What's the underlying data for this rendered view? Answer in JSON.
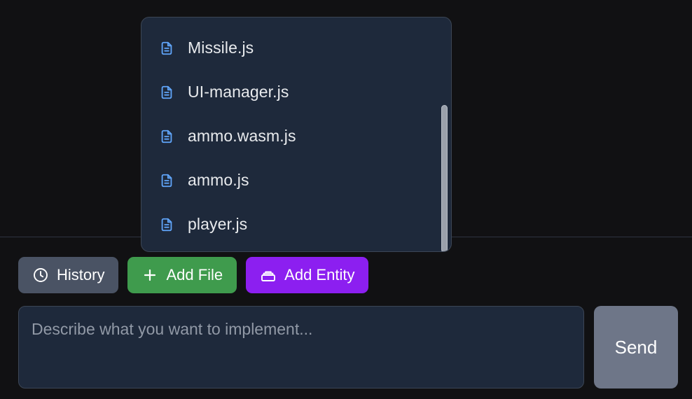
{
  "theme": {
    "page_background": "#111113",
    "panel_background": "#1e293b",
    "panel_border": "#3c4655",
    "divider": "#2e3440",
    "file_icon_color": "#60a5fa",
    "text_primary": "#e8eaed",
    "placeholder_color": "#9199a6",
    "history_button_color": "#4a5364",
    "add_file_button_color": "#3f9b4d",
    "add_entity_button_color": "#8c1ff0",
    "send_button_color": "#6e7688",
    "scrollbar_thumb_color": "#9aa0ab"
  },
  "file_panel": {
    "scrollbar": {
      "name": "vertical-scrollbar",
      "thumb_position_percent": 37
    },
    "items": [
      {
        "label": "Missile.js",
        "icon": "file-icon"
      },
      {
        "label": "UI-manager.js",
        "icon": "file-icon"
      },
      {
        "label": "ammo.wasm.js",
        "icon": "file-icon"
      },
      {
        "label": "ammo.js",
        "icon": "file-icon"
      },
      {
        "label": "player.js",
        "icon": "file-icon"
      }
    ]
  },
  "action_bar": {
    "buttons": [
      {
        "label": "History",
        "icon": "clock-icon"
      },
      {
        "label": "Add File",
        "icon": "plus-icon"
      },
      {
        "label": "Add Entity",
        "icon": "box-icon"
      }
    ]
  },
  "prompt": {
    "value": "",
    "placeholder": "Describe what you want to implement...",
    "send_label": "Send"
  }
}
